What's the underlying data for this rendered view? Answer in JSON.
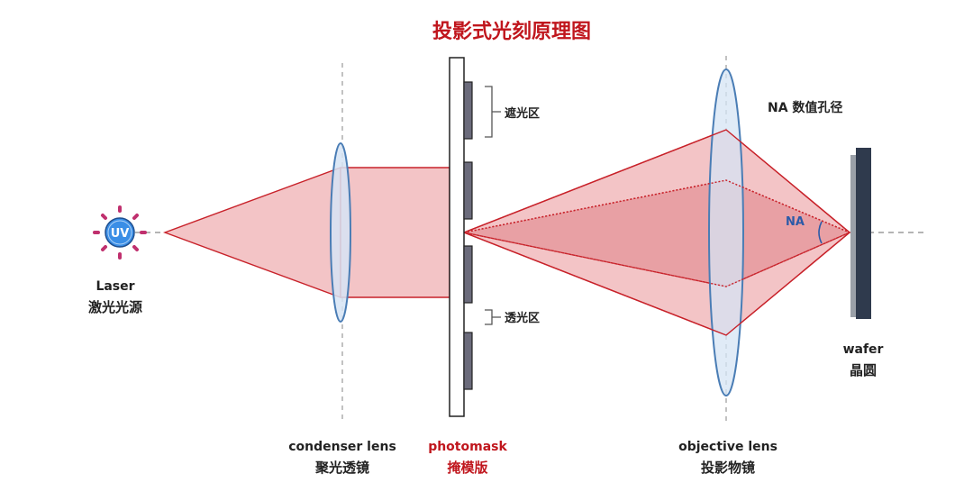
{
  "title": "投影式光刻原理图",
  "laser": {
    "icon_text": "UV",
    "label_en": "Laser",
    "label_zh": "激光光源",
    "icon": "uv-sun-icon"
  },
  "condenser": {
    "label_en": "condenser lens",
    "label_zh": "聚光透镜"
  },
  "photomask": {
    "label_en": "photomask",
    "label_zh": "掩模版",
    "shade_label": "遮光区",
    "clear_label": "透光区"
  },
  "objective": {
    "label_en": "objective lens",
    "label_zh": "投影物镜"
  },
  "na": {
    "header": "NA 数值孔径",
    "angle_label": "NA"
  },
  "wafer": {
    "label_en": "wafer",
    "label_zh": "晶圆"
  },
  "colors": {
    "title_red": "#c0161d",
    "beam_fill": "#f3c4c6",
    "beam_inner": "#e59a9d",
    "beam_stroke": "#c8222a",
    "lens_fill": "#d6e4f4",
    "lens_stroke": "#4a7db5",
    "uv_blue": "#3a8ee6",
    "ray_pink": "#c0306e",
    "wafer_dark": "#2f3a4d"
  }
}
